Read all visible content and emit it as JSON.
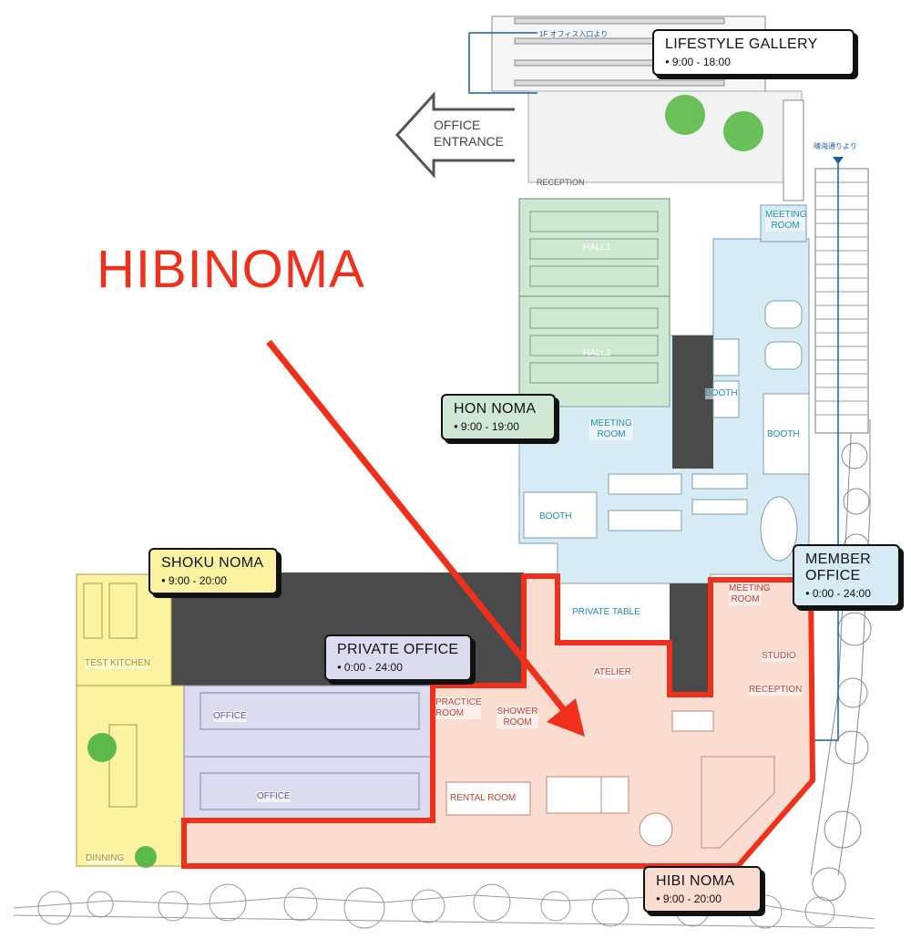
{
  "title": "HIBINOMA",
  "entrance": {
    "line1": "OFFICE",
    "line2": "ENTRANCE"
  },
  "notes": {
    "from_1f": "1F オフィス入口より",
    "from_harumi": "晴海通りより"
  },
  "areas": {
    "lifestyle_gallery": {
      "name": "LIFESTYLE GALLERY",
      "hours": "9:00 - 18:00"
    },
    "hon_noma": {
      "name": "HON NOMA",
      "hours": "9:00 - 19:00"
    },
    "shoku_noma": {
      "name": "SHOKU NOMA",
      "hours": "9:00 - 20:00"
    },
    "private_office": {
      "name": "PRIVATE OFFICE",
      "hours": "0:00 - 24:00"
    },
    "member_office": {
      "name_line1": "MEMBER",
      "name_line2": "OFFICE",
      "hours": "0:00 - 24:00"
    },
    "hibi_noma": {
      "name": "HIBI NOMA",
      "hours": "9:00 - 20:00"
    }
  },
  "rooms": {
    "reception_top": "RECEPTION",
    "hall1": "HALL1",
    "hall2": "HALL2",
    "meeting_room_top": "MEETING ROOM",
    "meeting_room_hon": "MEETING ROOM",
    "booth_center": "BOOTH",
    "booth_right": "BOOTH",
    "booth_left": "BOOTH",
    "private_table": "PRIVATE TABLE",
    "meeting_room_hibi": "MEETING ROOM",
    "studio": "STUDIO",
    "reception_hibi": "RECEPTION",
    "atelier": "ATELIER",
    "practice_room": "PRACTICE ROOM",
    "shower_room": "SHOWER ROOM",
    "rental_room": "RENTAL ROOM",
    "office_upper": "OFFICE",
    "office_lower": "OFFICE",
    "test_kitchen": "TEST KITCHEN",
    "dinning": "DINNING"
  },
  "colors": {
    "highlight_red": "#f0301a",
    "hon_noma_green": "#cfe8d4",
    "member_office_blue": "#d6ebf3",
    "hibi_noma_pink": "#fbdcd0",
    "shoku_noma_yellow": "#fbf2a2",
    "private_office_purple": "#dcdcf0",
    "dark_block": "#4a4a4a"
  }
}
